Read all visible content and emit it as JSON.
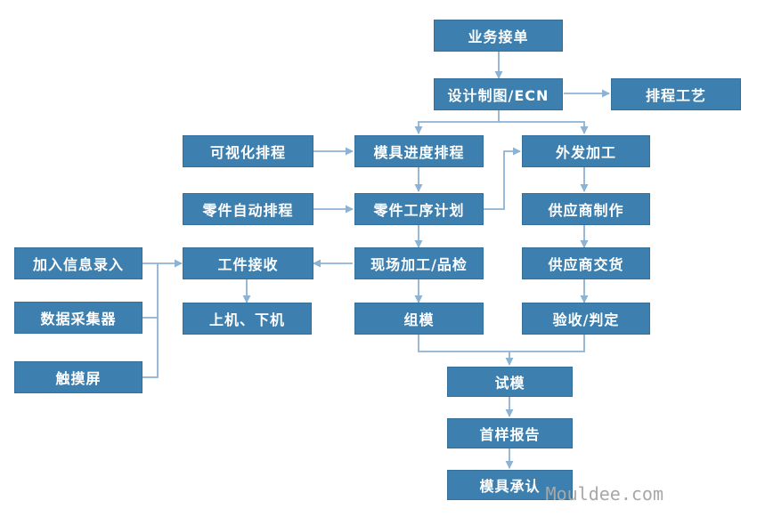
{
  "nodes": {
    "order": "业务接单",
    "design": "设计制图/ECN",
    "process": "排程工艺",
    "visual_sched": "可视化排程",
    "mold_sched": "模具进度排程",
    "outsource": "外发加工",
    "auto_sched": "零件自动排程",
    "process_plan": "零件工序计划",
    "supplier_make": "供应商制作",
    "info_entry": "加入信息录入",
    "work_receive": "工件接收",
    "onsite": "现场加工/品检",
    "supplier_deliver": "供应商交货",
    "data_collector": "数据采集器",
    "on_off": "上机、下机",
    "assemble": "组模",
    "inspect": "验收/判定",
    "touch": "触摸屏",
    "trial": "试模",
    "first_report": "首样报告",
    "approval": "模具承认"
  },
  "watermark": "Mouldee.com",
  "colors": {
    "box": "#3d7fae",
    "line": "#8db3d4"
  }
}
